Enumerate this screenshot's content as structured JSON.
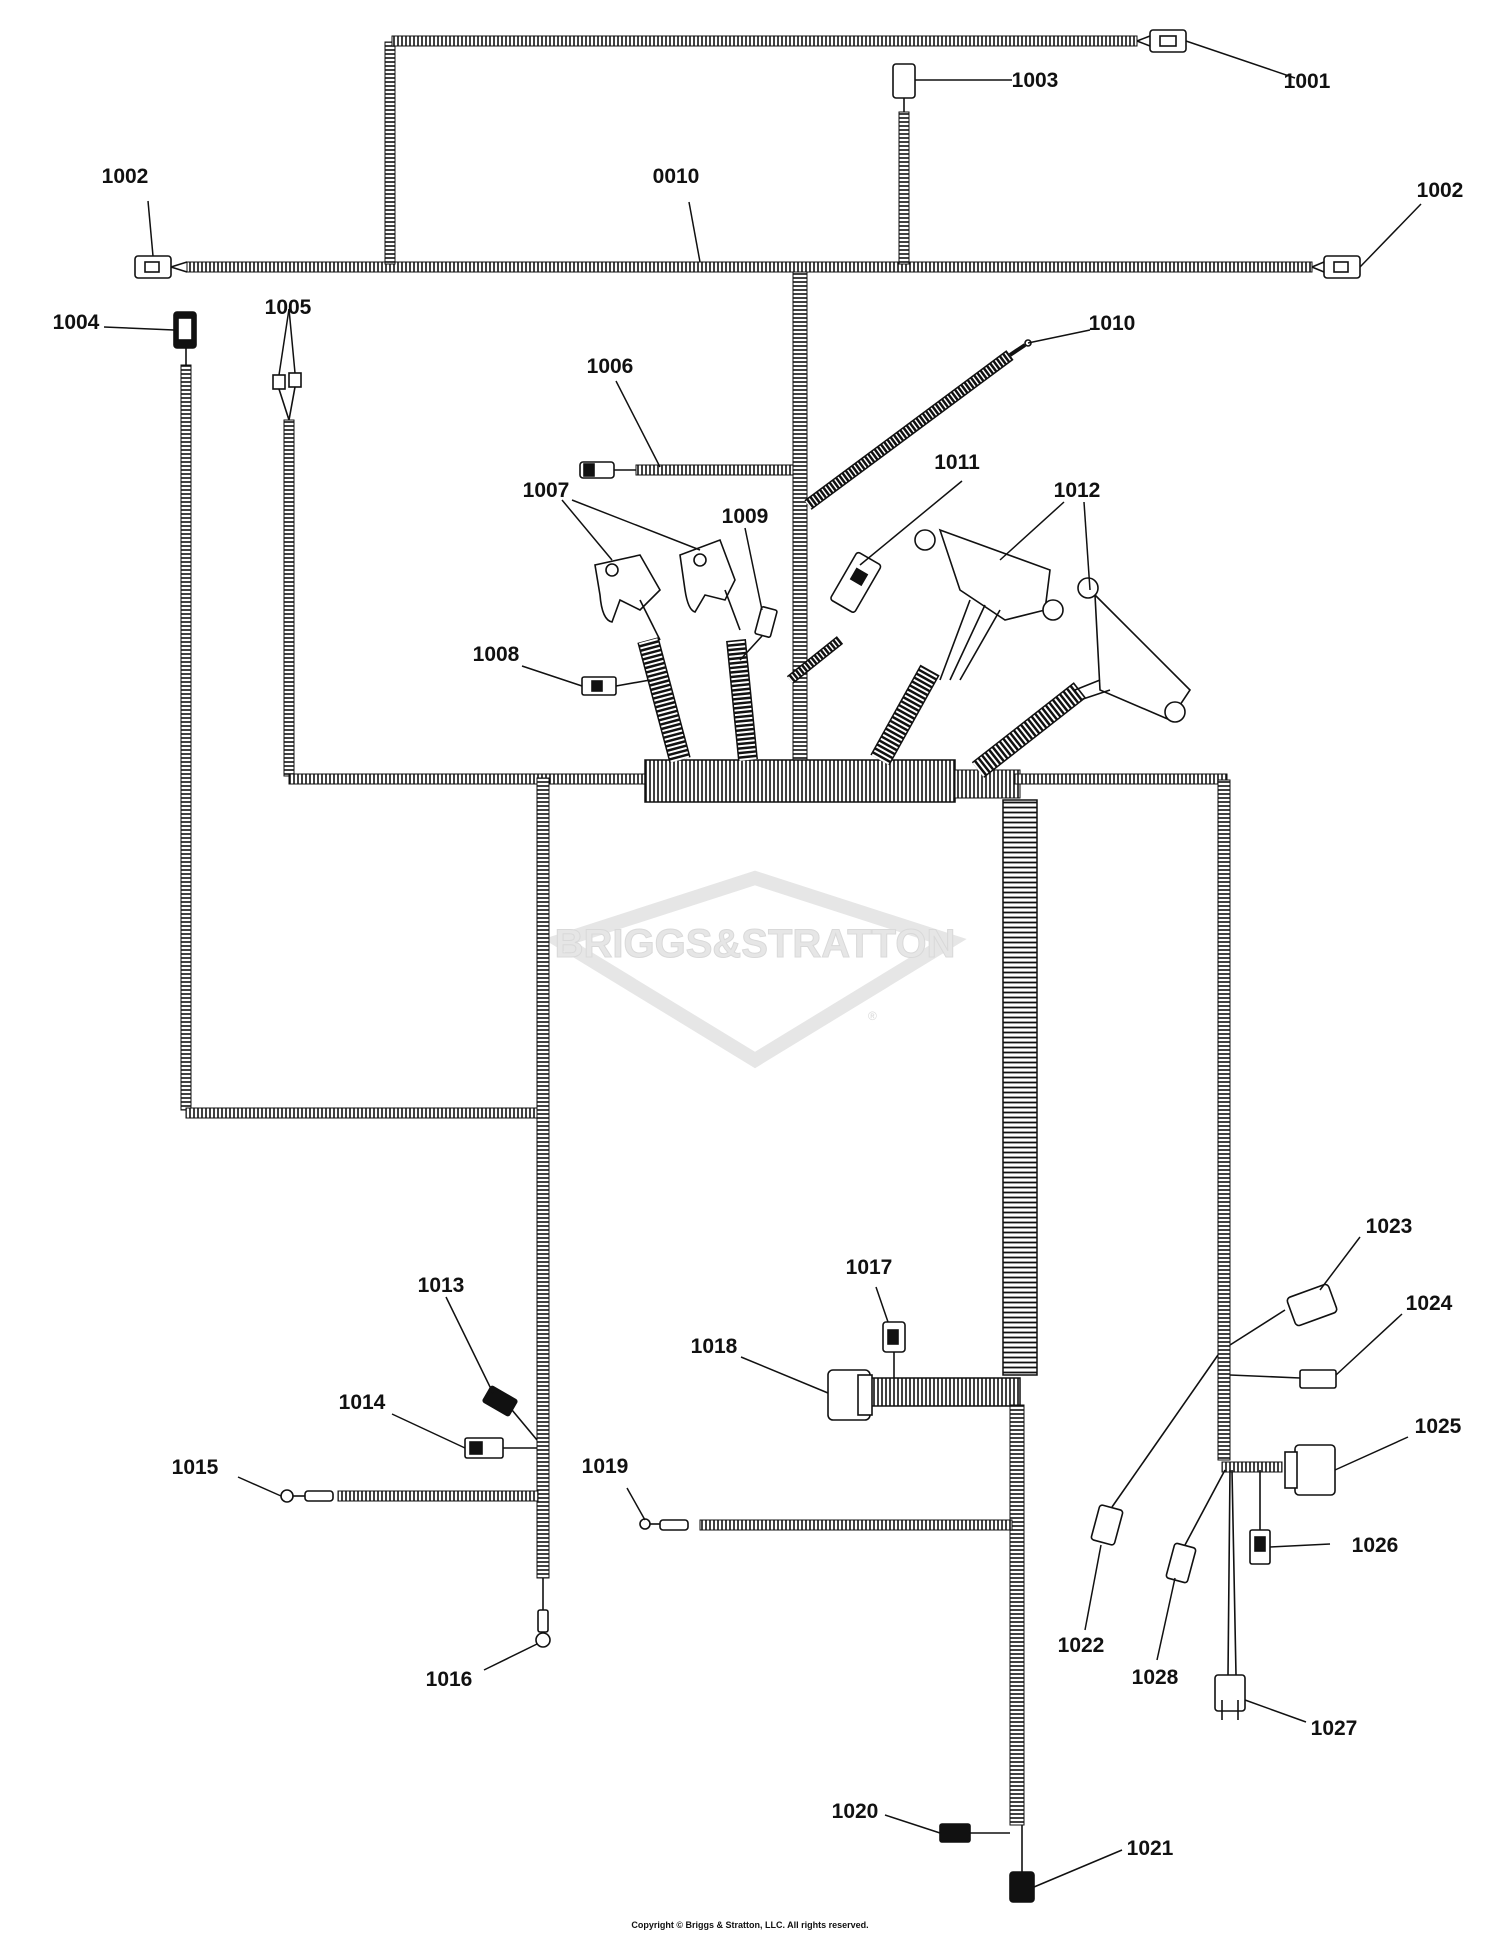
{
  "watermark": {
    "text": "BRIGGS&STRATTON",
    "mark": "®",
    "color": "#e6e6e6"
  },
  "labels": {
    "l0010": "0010",
    "l1001": "1001",
    "l1002a": "1002",
    "l1002b": "1002",
    "l1003": "1003",
    "l1004": "1004",
    "l1005": "1005",
    "l1006": "1006",
    "l1007": "1007",
    "l1008": "1008",
    "l1009": "1009",
    "l1010": "1010",
    "l1011": "1011",
    "l1012": "1012",
    "l1013": "1013",
    "l1014": "1014",
    "l1015": "1015",
    "l1016": "1016",
    "l1017": "1017",
    "l1018": "1018",
    "l1019": "1019",
    "l1020": "1020",
    "l1021": "1021",
    "l1022": "1022",
    "l1023": "1023",
    "l1024": "1024",
    "l1025": "1025",
    "l1026": "1026",
    "l1027": "1027",
    "l1028": "1028"
  },
  "copyright": "Copyright © Briggs & Stratton, LLC. All rights reserved.",
  "colors": {
    "line": "#111111",
    "background": "#ffffff"
  }
}
